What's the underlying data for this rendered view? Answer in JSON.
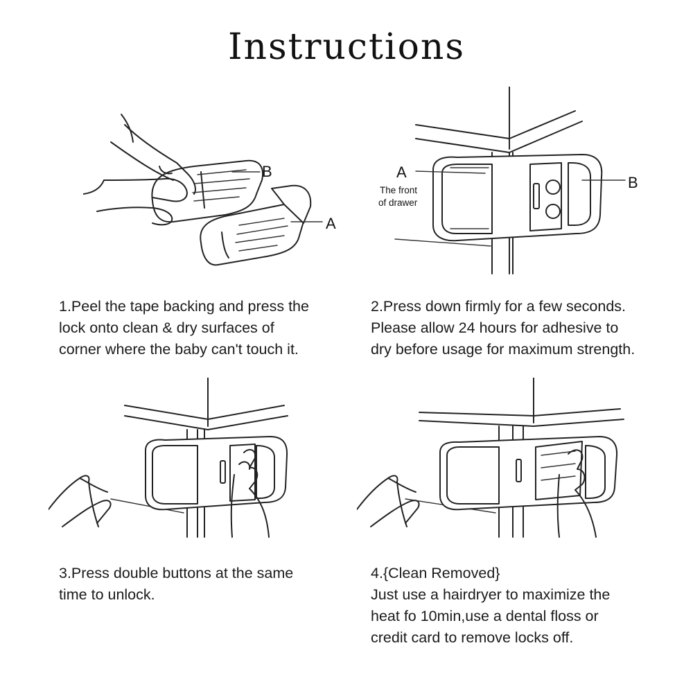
{
  "title": "Instructions",
  "steps": [
    {
      "lines": [
        "1.Peel the tape backing and press the",
        "lock onto clean & dry surfaces of",
        "corner where the baby can't touch it."
      ],
      "labels": {
        "a": "A",
        "b": "B"
      }
    },
    {
      "lines": [
        "2.Press down firmly for a few seconds.",
        "Please allow 24 hours for adhesive to",
        "dry before usage for maximum strength."
      ],
      "labels": {
        "a": "A",
        "b": "B",
        "front_1": "The front",
        "front_2": "of drawer"
      }
    },
    {
      "lines": [
        "3.Press double buttons at the same",
        "time to unlock."
      ]
    },
    {
      "lines": [
        "4.{Clean Removed}",
        "Just use a hairdryer to maximize the",
        "heat fo 10min,use a dental floss or",
        "credit card to remove locks off."
      ]
    }
  ]
}
